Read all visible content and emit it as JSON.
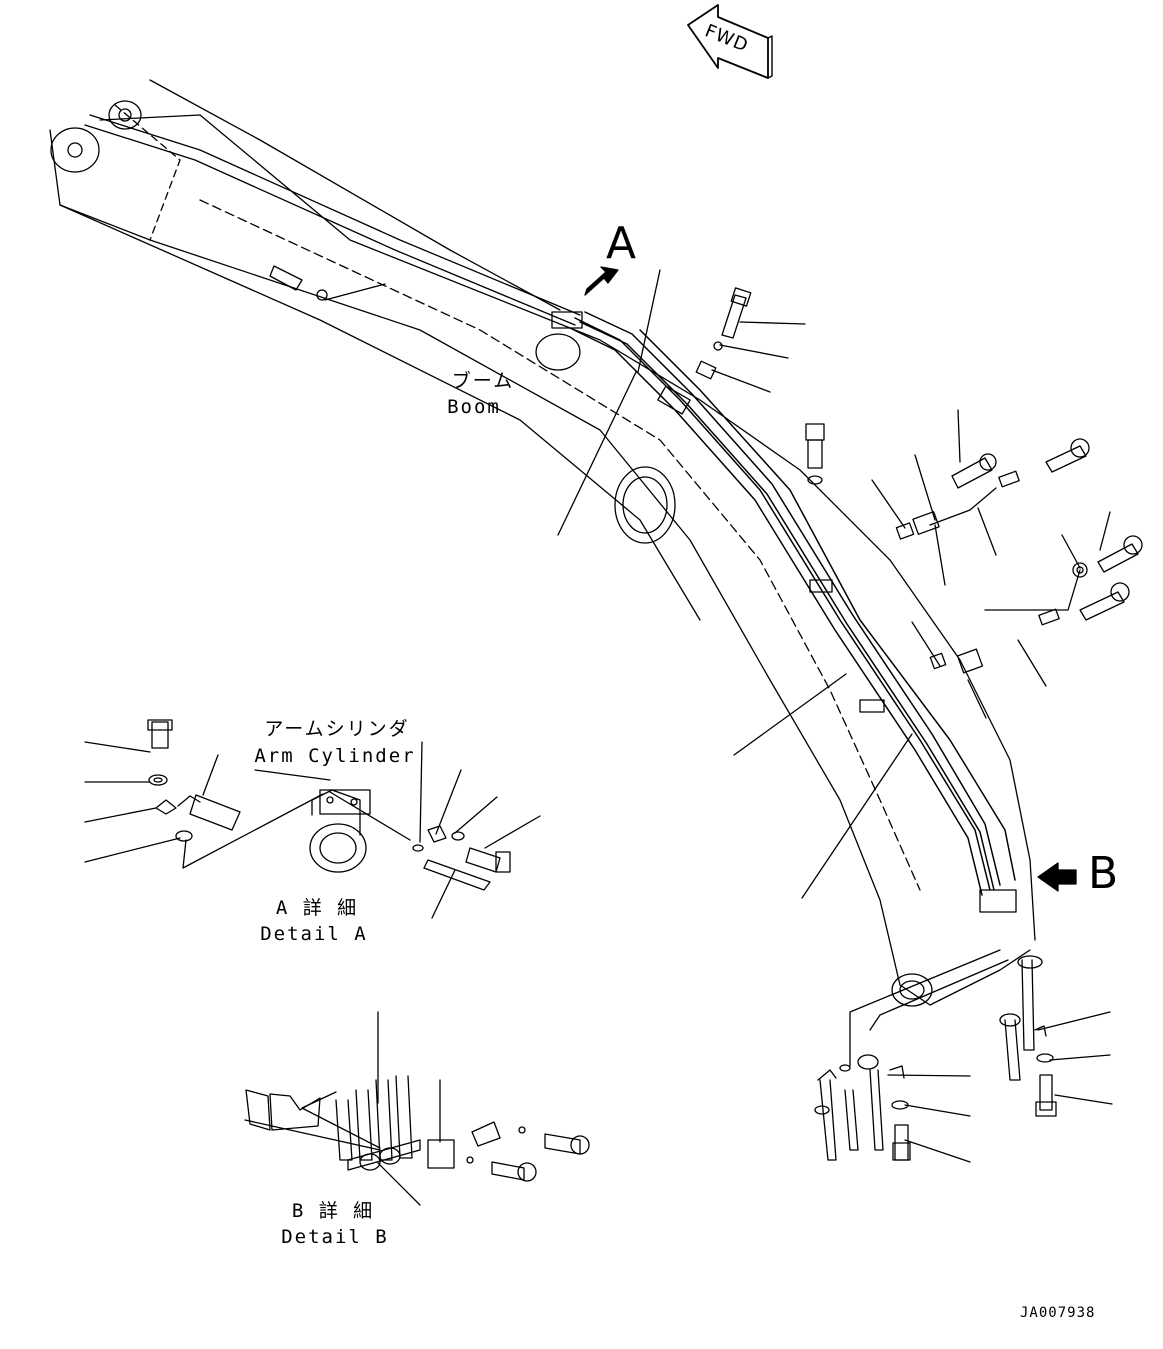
{
  "fwd_label": "FWD",
  "view_a_letter": "A",
  "view_b_letter": "B",
  "boom": {
    "jp": "ブーム",
    "en": "Boom"
  },
  "arm_cylinder": {
    "jp": "アームシリンダ",
    "en": "Arm Cylinder"
  },
  "detail_a": {
    "jp": "A 詳 細",
    "en": "Detail A"
  },
  "detail_b": {
    "jp": "B 詳 細",
    "en": "Detail B"
  },
  "drawing_code": "JA007938"
}
